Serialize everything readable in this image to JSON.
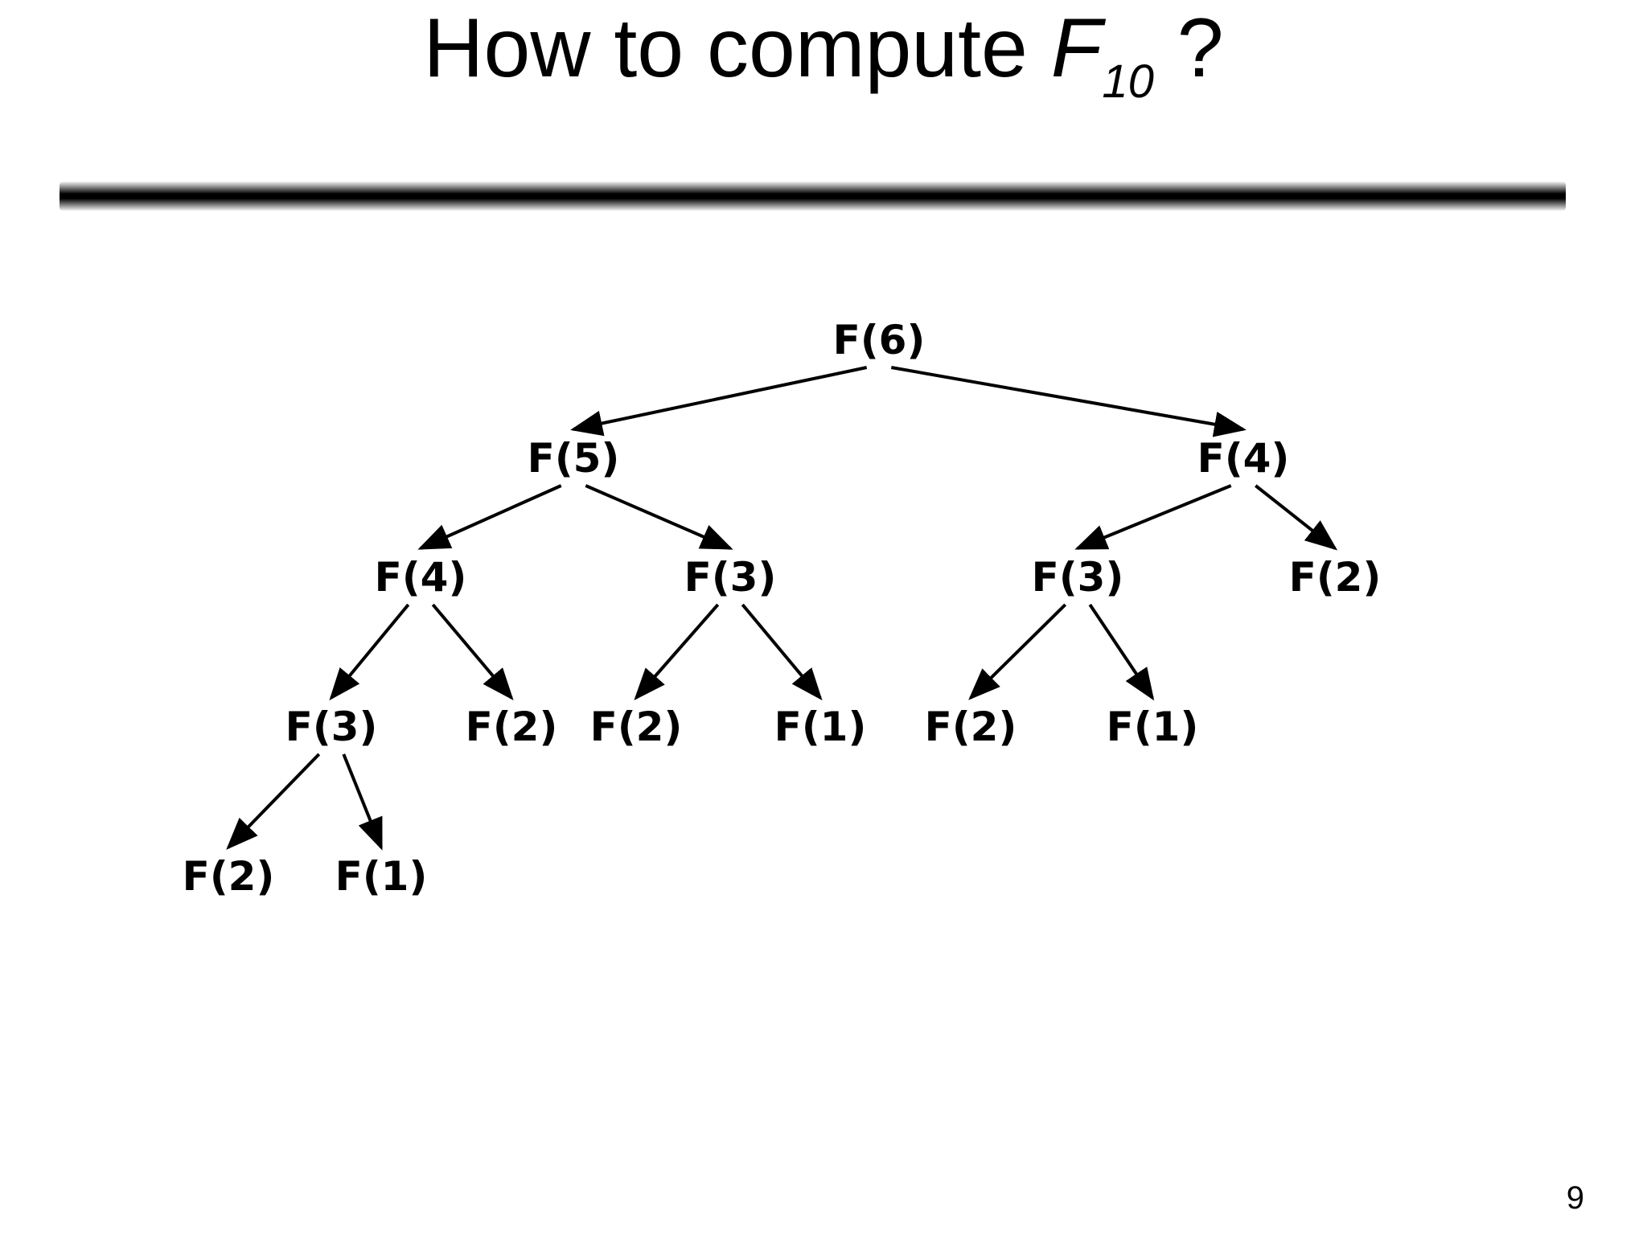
{
  "slide": {
    "title": {
      "text": "How to compute ",
      "variable": "F",
      "subscript": "10",
      "suffix": " ?"
    },
    "page_number": "9"
  },
  "tree": {
    "root": {
      "label": "F(6)",
      "children": [
        {
          "label": "F(5)",
          "children": [
            {
              "label": "F(4)",
              "children": [
                {
                  "label": "F(3)",
                  "children": [
                    {
                      "label": "F(2)",
                      "children": []
                    },
                    {
                      "label": "F(1)",
                      "children": []
                    }
                  ]
                },
                {
                  "label": "F(2)",
                  "children": []
                }
              ]
            },
            {
              "label": "F(3)",
              "children": [
                {
                  "label": "F(2)",
                  "children": []
                },
                {
                  "label": "F(1)",
                  "children": []
                }
              ]
            }
          ]
        },
        {
          "label": "F(4)",
          "children": [
            {
              "label": "F(3)",
              "children": [
                {
                  "label": "F(2)",
                  "children": []
                },
                {
                  "label": "F(1)",
                  "children": []
                }
              ]
            },
            {
              "label": "F(2)",
              "children": []
            }
          ]
        }
      ]
    }
  },
  "colors": {
    "text": "#000000",
    "background": "#ffffff",
    "edge": "#000000"
  }
}
